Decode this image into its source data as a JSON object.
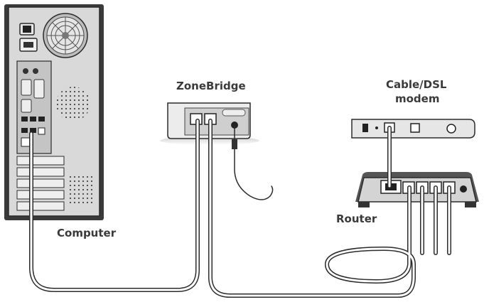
{
  "labels": {
    "zonebridge": "ZoneBridge",
    "modem_line1": "Cable/DSL",
    "modem_line2": "modem",
    "router": "Router",
    "computer": "Computer"
  },
  "colors": {
    "outline": "#2b2b2b",
    "device_fill": "#e6e6e6",
    "panel_fill": "#c8c8c8",
    "label_text": "#3a3a3a"
  }
}
